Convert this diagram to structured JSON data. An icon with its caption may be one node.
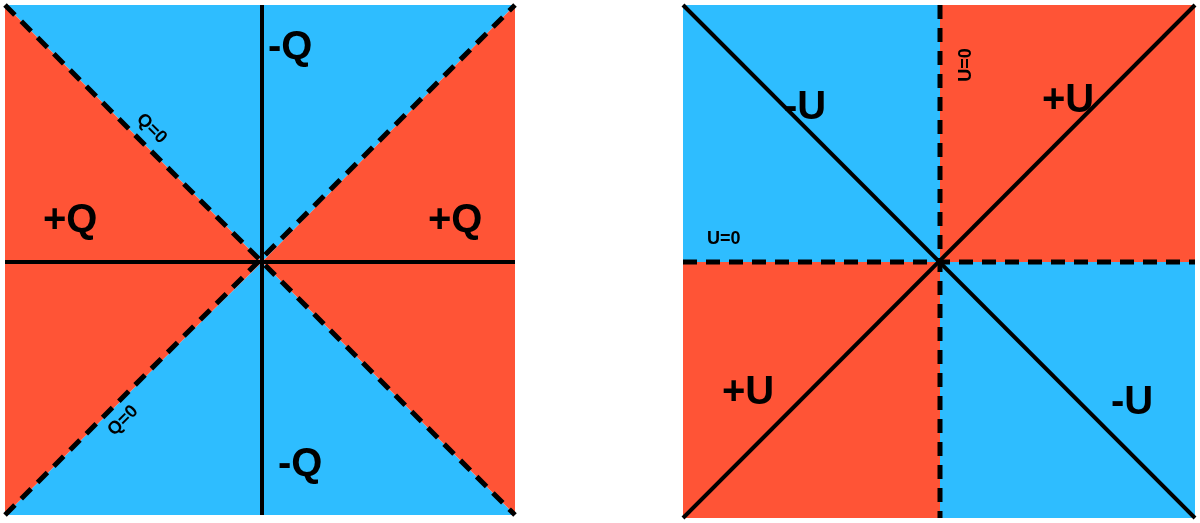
{
  "diagram": {
    "labels": [
      "-Q",
      "Q=0",
      "+Q",
      "+Q",
      "Q=0",
      "-Q",
      "-U",
      "U=0",
      "+U",
      "U=0",
      "+U",
      "-U"
    ]
  }
}
